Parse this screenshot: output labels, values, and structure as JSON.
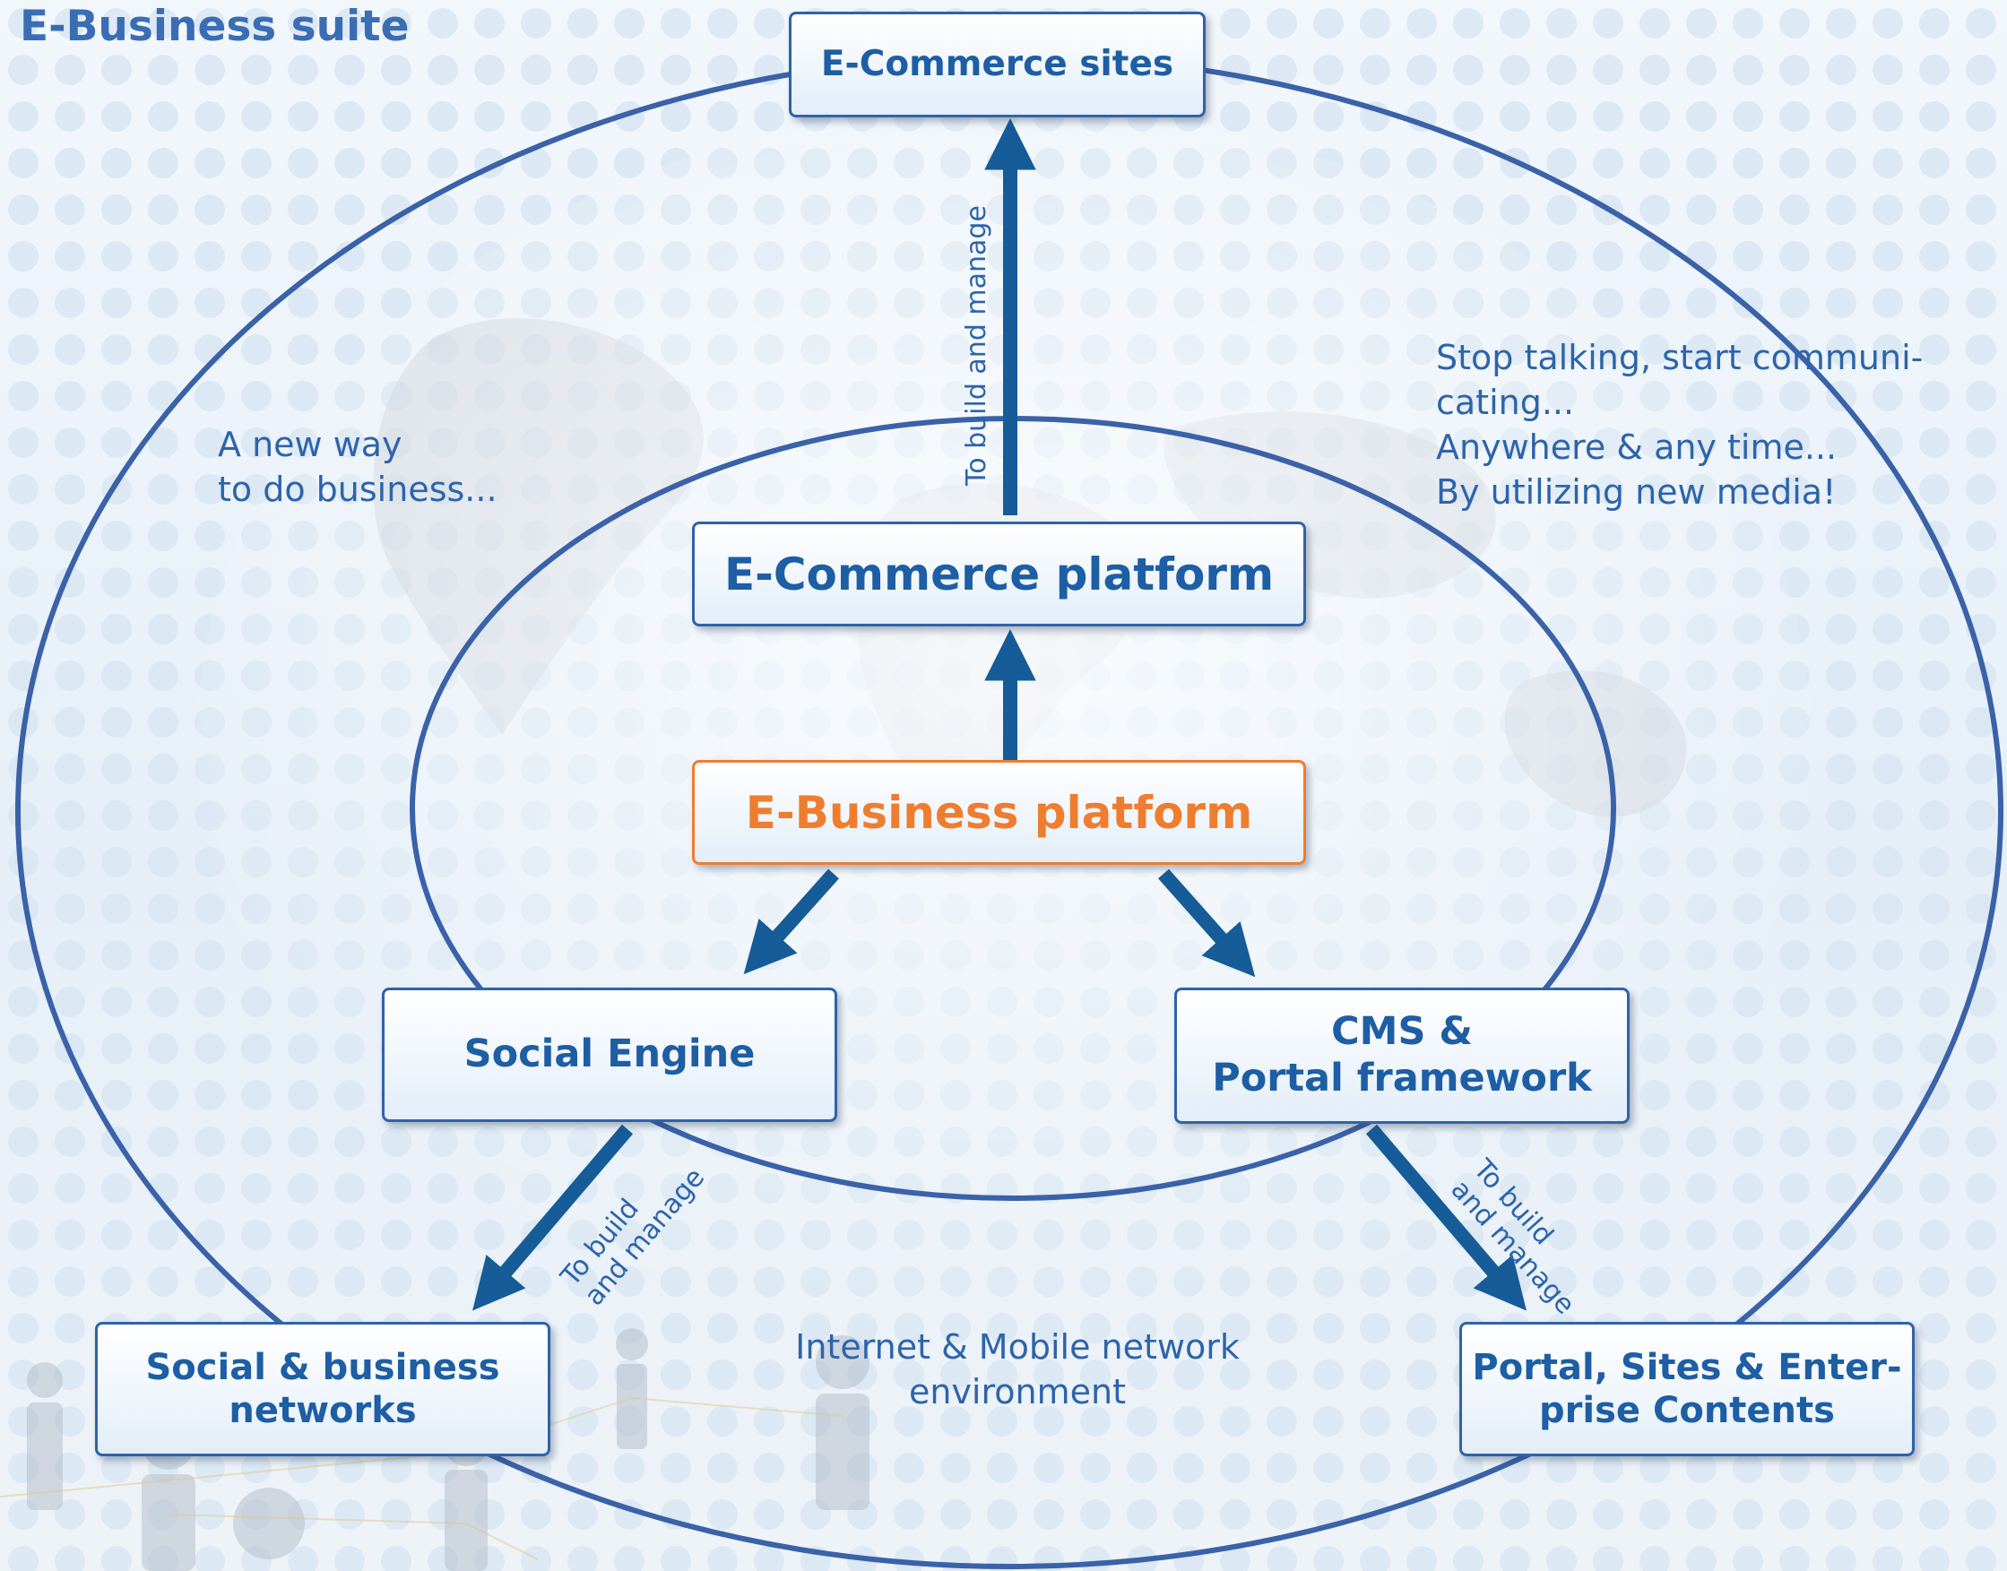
{
  "title": "E-Business suite",
  "nodes": {
    "ecommerce_sites": "E-Commerce sites",
    "ecommerce_platform": "E-Commerce platform",
    "ebusiness_platform": "E-Business platform",
    "social_engine": "Social Engine",
    "cms_portal": [
      "CMS &",
      "Portal framework"
    ],
    "social_business_networks": [
      "Social & business",
      "networks"
    ],
    "portal_sites_enterprise": [
      "Portal, Sites & Enter-",
      "prise Contents"
    ]
  },
  "edge_labels": {
    "vertical": "To build and manage",
    "left": [
      "To build",
      "and manage"
    ],
    "right": [
      "To build",
      "and manage"
    ]
  },
  "notes": {
    "left": [
      "A new way",
      "to do business..."
    ],
    "right": [
      "Stop talking, start communi-",
      "cating...",
      "Anywhere & any time...",
      "By utilizing new media!"
    ],
    "bottom": [
      "Internet & Mobile network",
      "environment"
    ]
  },
  "colors": {
    "primary_blue": "#1d5ea4",
    "arrow_blue": "#155c99",
    "accent_orange": "#ef7d2f",
    "ring_blue": "#3a62a8"
  }
}
